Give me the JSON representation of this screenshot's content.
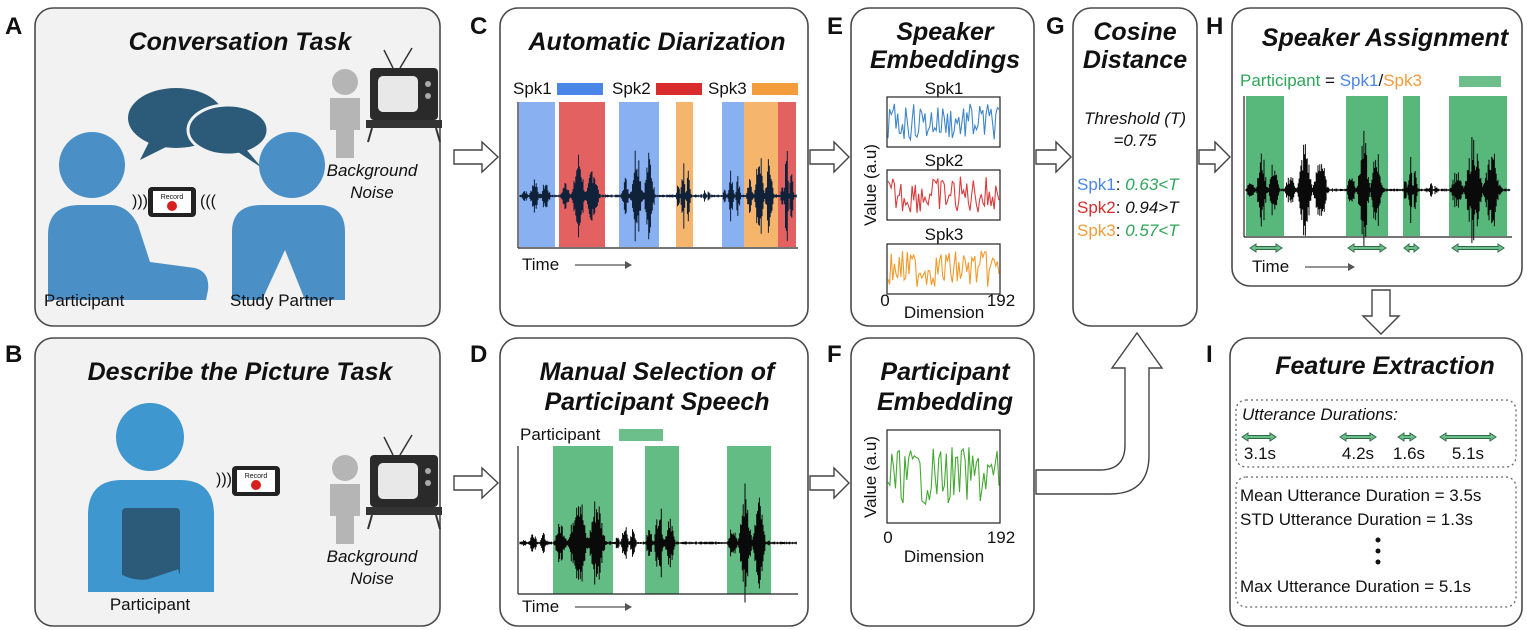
{
  "panels": {
    "A": {
      "letter": "A",
      "title": "Conversation Task",
      "participant": "Participant",
      "partner": "Study Partner",
      "noise1": "Background",
      "noise2": "Noise",
      "record": "Record"
    },
    "B": {
      "letter": "B",
      "title": "Describe the Picture Task",
      "participant": "Participant",
      "noise1": "Background",
      "noise2": "Noise",
      "record": "Record"
    },
    "C": {
      "letter": "C",
      "title": "Automatic Diarization",
      "spk1": "Spk1",
      "spk2": "Spk2",
      "spk3": "Spk3",
      "time": "Time"
    },
    "D": {
      "letter": "D",
      "title1": "Manual Selection of",
      "title2": "Participant Speech",
      "participant": "Participant",
      "time": "Time"
    },
    "E": {
      "letter": "E",
      "title1": "Speaker",
      "title2": "Embeddings",
      "spk1": "Spk1",
      "spk2": "Spk2",
      "spk3": "Spk3",
      "ylabel": "Value (a.u)",
      "xlabel": "Dimension",
      "x0": "0",
      "x1": "192"
    },
    "F": {
      "letter": "F",
      "title1": "Participant",
      "title2": "Embedding",
      "ylabel": "Value (a.u)",
      "xlabel": "Dimension",
      "x0": "0",
      "x1": "192"
    },
    "G": {
      "letter": "G",
      "title1": "Cosine",
      "title2": "Distance",
      "threshold1": "Threshold (T)",
      "threshold2": "=0.75",
      "rows": [
        {
          "spk": "Spk1",
          "sep": ": ",
          "val": "0.63<T"
        },
        {
          "spk": "Spk2",
          "sep": ": ",
          "val": "0.94>T"
        },
        {
          "spk": "Spk3",
          "sep": ": ",
          "val": "0.57<T"
        }
      ]
    },
    "H": {
      "letter": "H",
      "title": "Speaker Assignment",
      "participant": "Participant",
      "eq": " = ",
      "spk1": "Spk1",
      "slash": "/",
      "spk3": "Spk3",
      "time": "Time"
    },
    "I": {
      "letter": "I",
      "title": "Feature Extraction",
      "utt_heading": "Utterance Durations:",
      "durations": [
        "3.1s",
        "4.2s",
        "1.6s",
        "5.1s"
      ],
      "stats": [
        "Mean Utterance Duration = 3.5s",
        "STD Utterance Duration = 1.3s",
        "Max Utterance Duration = 5.1s"
      ]
    }
  },
  "colors": {
    "spk1": "#4a86e8",
    "spk2": "#d92c2c",
    "spk3": "#f39c3c",
    "participant": "#2ea65a",
    "person": "#4b8fc7",
    "person_b": "#3f97cf",
    "bubble": "#2b5b78",
    "gray_person": "#b5b5b5",
    "wave_dark": "#101010"
  }
}
